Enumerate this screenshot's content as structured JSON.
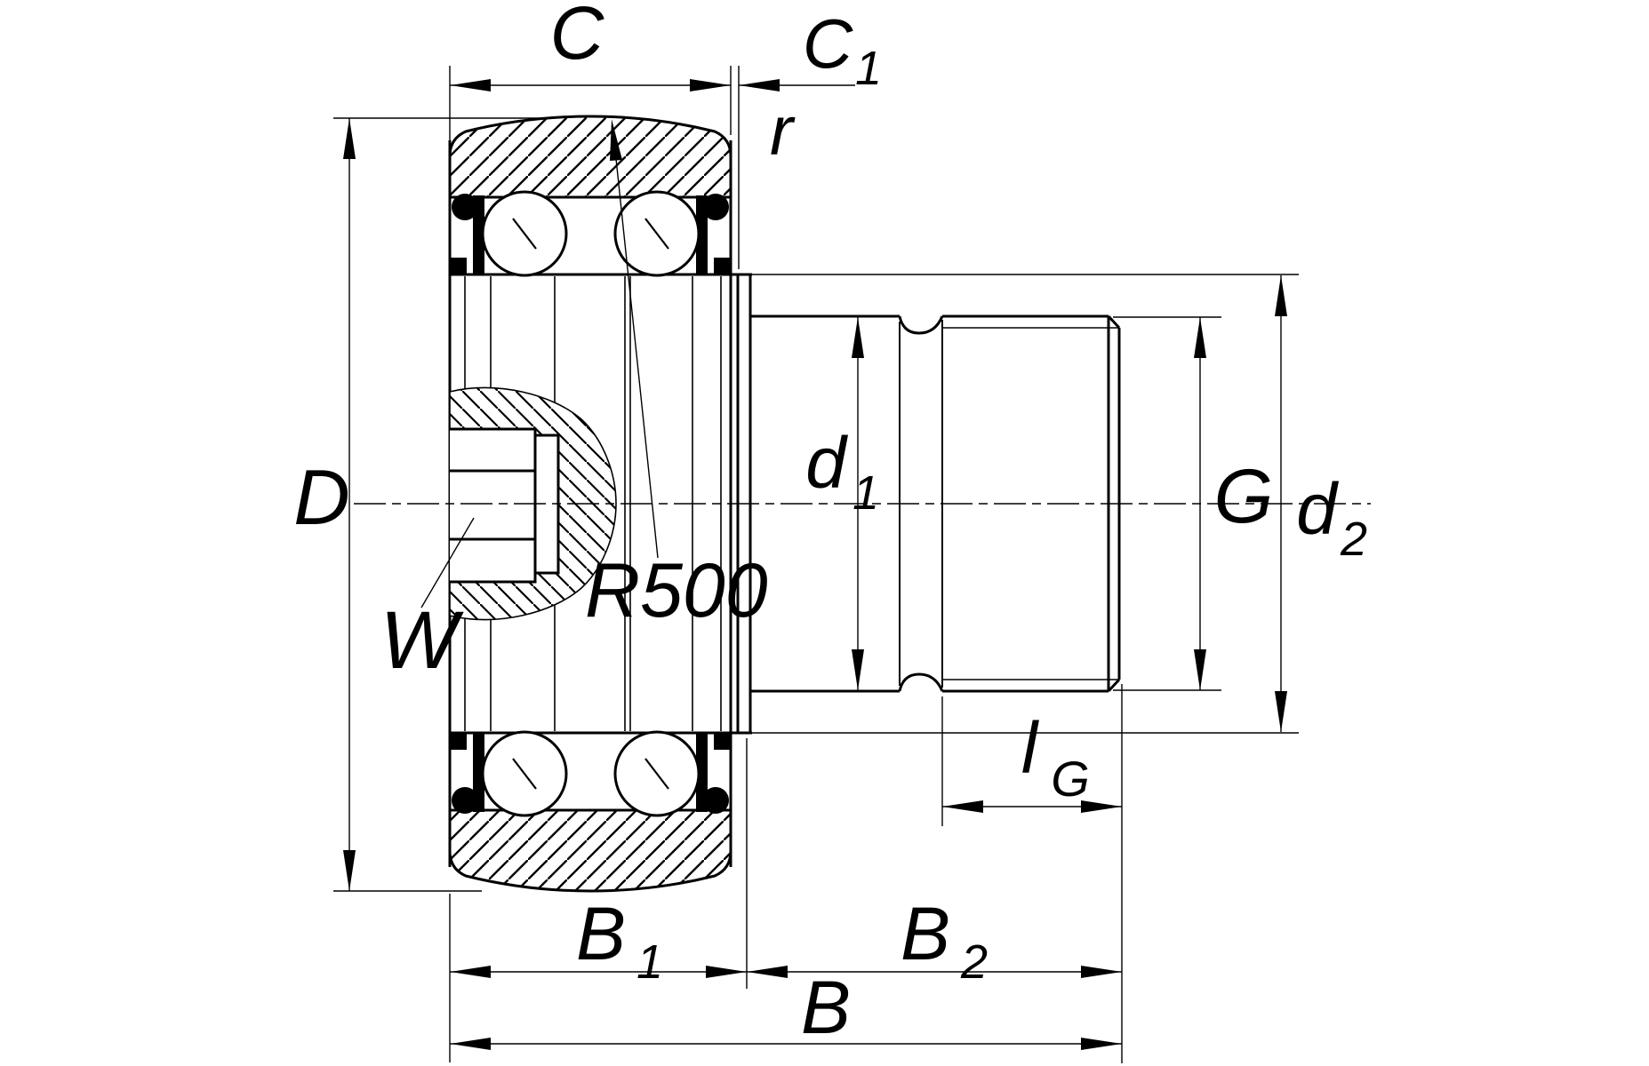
{
  "drawing": {
    "colors": {
      "line": "#000000",
      "background": "#ffffff"
    },
    "labels": {
      "C": "C",
      "C1": {
        "main": "C",
        "sub": "1"
      },
      "r": "r",
      "D": "D",
      "W": "W",
      "R500": "R500",
      "d1": {
        "main": "d",
        "sub": "1"
      },
      "G": "G",
      "d2": {
        "main": "d",
        "sub": "2"
      },
      "lG": {
        "main": "l",
        "sub": "G"
      },
      "B1": {
        "main": "B",
        "sub": "1"
      },
      "B2": {
        "main": "B",
        "sub": "2"
      },
      "B": "B"
    }
  }
}
